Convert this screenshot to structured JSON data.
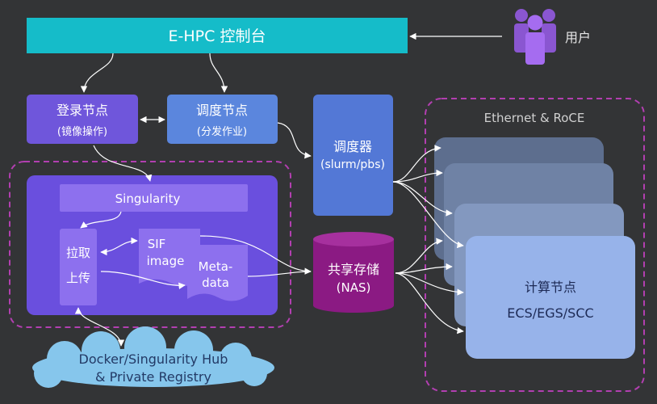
{
  "console": {
    "label": "E-HPC 控制台"
  },
  "user": {
    "label": "用户"
  },
  "login_node": {
    "title": "登录节点",
    "subtitle": "(镜像操作)"
  },
  "scheduling_node": {
    "title": "调度节点",
    "subtitle": "(分发作业)"
  },
  "scheduler": {
    "title": "调度器",
    "subtitle": "(slurm/pbs)"
  },
  "singularity": {
    "label": "Singularity"
  },
  "pull_push": {
    "line1": "拉取",
    "line2": "上传"
  },
  "sif": {
    "line1": "SIF",
    "line2": "image"
  },
  "metadata": {
    "line1": "Meta-",
    "line2": "data"
  },
  "storage": {
    "title": "共享存储",
    "subtitle": "(NAS)"
  },
  "network": {
    "label": "Ethernet & RoCE"
  },
  "compute": {
    "title": "计算节点",
    "subtitle": "ECS/EGS/SCC"
  },
  "registry": {
    "line1": "Docker/Singularity Hub",
    "line2": "& Private Registry"
  },
  "colors": {
    "background": "#333436",
    "console": "#15bcc9",
    "login_node": "#6f56db",
    "scheduling_node": "#5b86dd",
    "scheduler": "#5378d6",
    "container_panel": "#6a4fde",
    "storage": "#8b1a83",
    "compute": "#97b3ea",
    "registry_cloud": "#86c6ec",
    "dashed_border": "#b23fb0"
  }
}
